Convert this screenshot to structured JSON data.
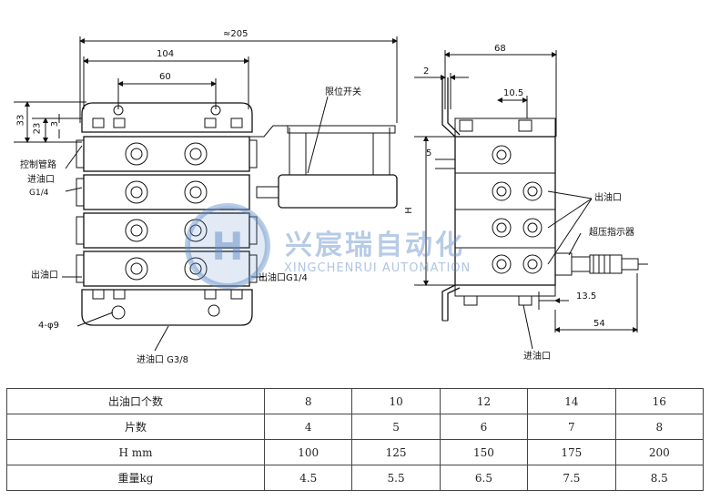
{
  "drawing": {
    "front_view": {
      "dim_overall": "≈205",
      "dim_width": "104",
      "dim_bolt_spacing": "60",
      "dim_height_33": "33",
      "dim_height_23": "23",
      "dim_height_3": "3",
      "label_limit_switch": "限位开关",
      "label_control_pipe": "控制管路",
      "label_inlet_g14": "进油口",
      "label_inlet_g14_size": "G1/4",
      "label_outlet_left": "出油口",
      "label_outlet_right": "出油口G1/4",
      "label_holes": "4-φ9",
      "label_inlet_bottom": "进油口 G3/8"
    },
    "side_view": {
      "dim_68": "68",
      "dim_2": "2",
      "dim_10_5": "10.5",
      "dim_5": "5",
      "dim_H": "H",
      "dim_13_5": "13.5",
      "dim_54": "54",
      "label_outlet": "出油口",
      "label_overpressure": "超压指示器",
      "label_inlet": "进油口"
    },
    "watermark": {
      "cn": "兴宸瑞自动化",
      "en": "XINGCHENRUI AUTOMATION"
    }
  },
  "spec_table": {
    "rows": [
      {
        "label": "出油口个数",
        "values": [
          "8",
          "10",
          "12",
          "14",
          "16"
        ]
      },
      {
        "label": "片数",
        "values": [
          "4",
          "5",
          "6",
          "7",
          "8"
        ]
      },
      {
        "label": "H mm",
        "values": [
          "100",
          "125",
          "150",
          "175",
          "200"
        ]
      },
      {
        "label": "重量kg",
        "values": [
          "4.5",
          "5.5",
          "6.5",
          "7.5",
          "8.5"
        ]
      }
    ]
  }
}
